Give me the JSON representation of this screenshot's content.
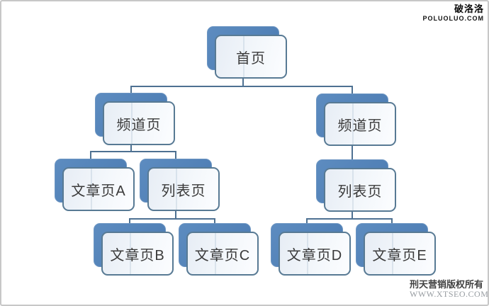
{
  "palette": {
    "shadow_blue": "#4f81bd",
    "card_border": "#587a94",
    "card_fill": "#e7edf5",
    "connector": "#4e7192",
    "label_text": "#3a3a3a",
    "frame_border": "#c7c7c7"
  },
  "diagram": {
    "type": "hierarchy-site-structure",
    "nodes": [
      {
        "id": "home",
        "label": "首页",
        "level": 1,
        "parent": null
      },
      {
        "id": "channel-left",
        "label": "频道页",
        "level": 2,
        "parent": "home"
      },
      {
        "id": "channel-right",
        "label": "频道页",
        "level": 2,
        "parent": "home"
      },
      {
        "id": "article-a",
        "label": "文章页A",
        "level": 3,
        "parent": "channel-left"
      },
      {
        "id": "list-left",
        "label": "列表页",
        "level": 3,
        "parent": "channel-left"
      },
      {
        "id": "list-right",
        "label": "列表页",
        "level": 3,
        "parent": "channel-right"
      },
      {
        "id": "article-b",
        "label": "文章页B",
        "level": 4,
        "parent": "list-left"
      },
      {
        "id": "article-c",
        "label": "文章页C",
        "level": 4,
        "parent": "list-left"
      },
      {
        "id": "article-d",
        "label": "文章页D",
        "level": 4,
        "parent": "list-right"
      },
      {
        "id": "article-e",
        "label": "文章页E",
        "level": 4,
        "parent": "list-right"
      }
    ]
  },
  "watermark_top": {
    "name": "破洛洛",
    "url": "POLUOLUO.COM"
  },
  "watermark_bottom": {
    "name": "刑天营销版权所有",
    "url": "WWW.XTSEO.COM"
  }
}
